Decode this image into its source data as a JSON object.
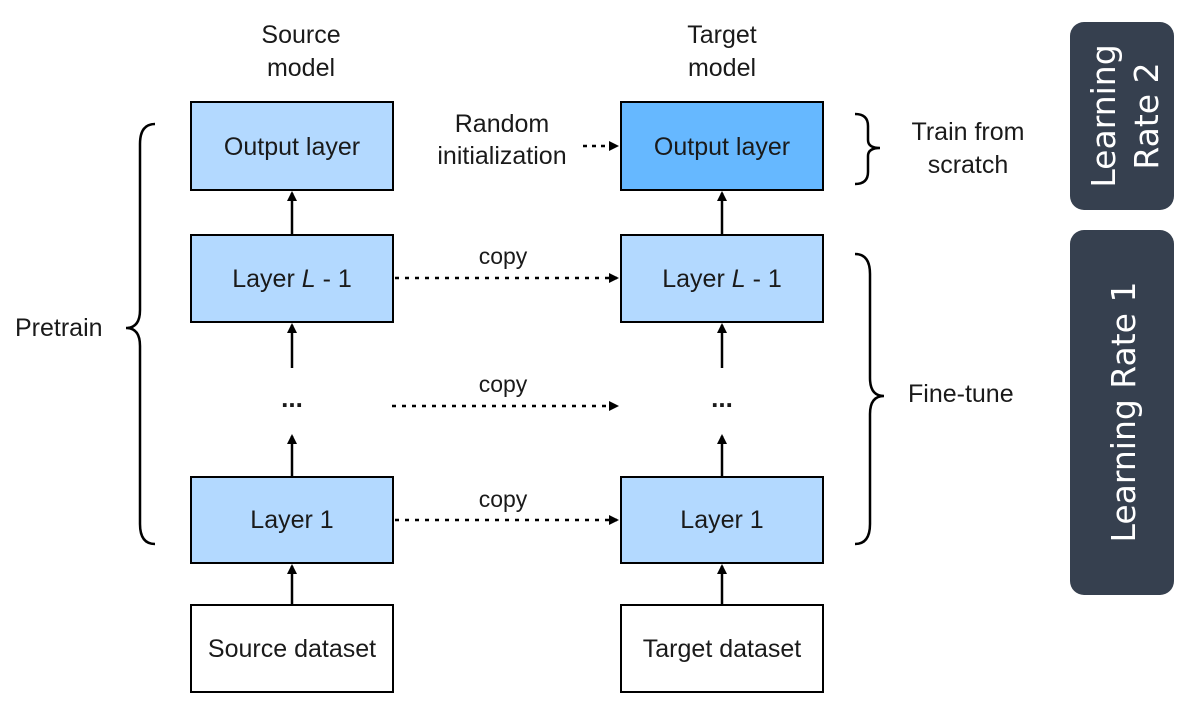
{
  "colors": {
    "layer_fill": "#b3d9ff",
    "target_output_fill": "#66b8ff",
    "dataset_fill": "#ffffff",
    "stroke": "#000000",
    "lr_panel": "#36404f"
  },
  "source": {
    "title_line1": "Source",
    "title_line2": "model",
    "output_layer": "Output layer",
    "layer_l1_prefix": "Layer ",
    "layer_l1_var": "L",
    "layer_l1_suffix": " - 1",
    "dots": "...",
    "layer1": "Layer 1",
    "dataset": "Source dataset"
  },
  "target": {
    "title_line1": "Target",
    "title_line2": "model",
    "output_layer": "Output layer",
    "layer_l1_prefix": "Layer ",
    "layer_l1_var": "L",
    "layer_l1_suffix": " - 1",
    "dots": "...",
    "layer1": "Layer 1",
    "dataset": "Target dataset"
  },
  "random_init": {
    "line1": "Random",
    "line2": "initialization"
  },
  "copy_labels": [
    "copy",
    "copy",
    "copy"
  ],
  "pretrain": "Pretrain",
  "train_from_scratch": {
    "line1": "Train from",
    "line2": "scratch"
  },
  "fine_tune": "Fine-tune",
  "lr2": {
    "line1": "Learning",
    "line2": "Rate 2"
  },
  "lr1": "Learning Rate 1"
}
